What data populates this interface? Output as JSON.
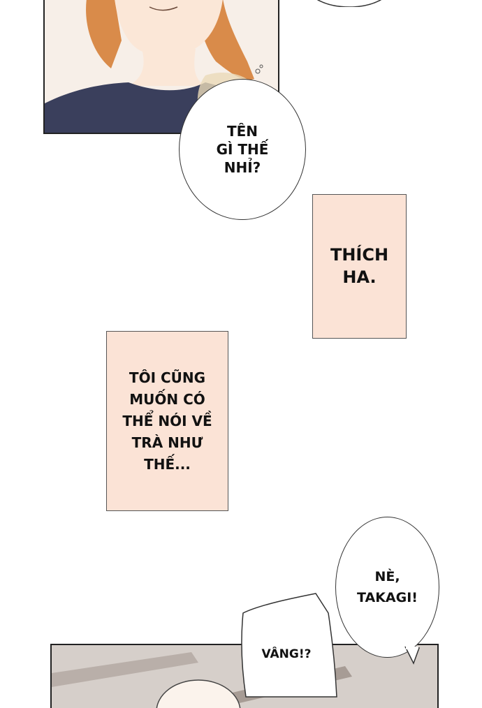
{
  "bubbles": {
    "ten": [
      "TÊN",
      "GÌ THẾ",
      "NHỈ?"
    ],
    "ne": [
      "NÈ,",
      "TAKAGI!"
    ],
    "vang": [
      "VÂNG!?"
    ]
  },
  "boxes": {
    "thich": [
      "THÍCH",
      "HA."
    ],
    "toi": [
      "TÔI CŨNG",
      "MUỐN CÓ",
      "THỂ NÓI VỀ",
      "TRÀ NHƯ",
      "THẾ..."
    ]
  }
}
